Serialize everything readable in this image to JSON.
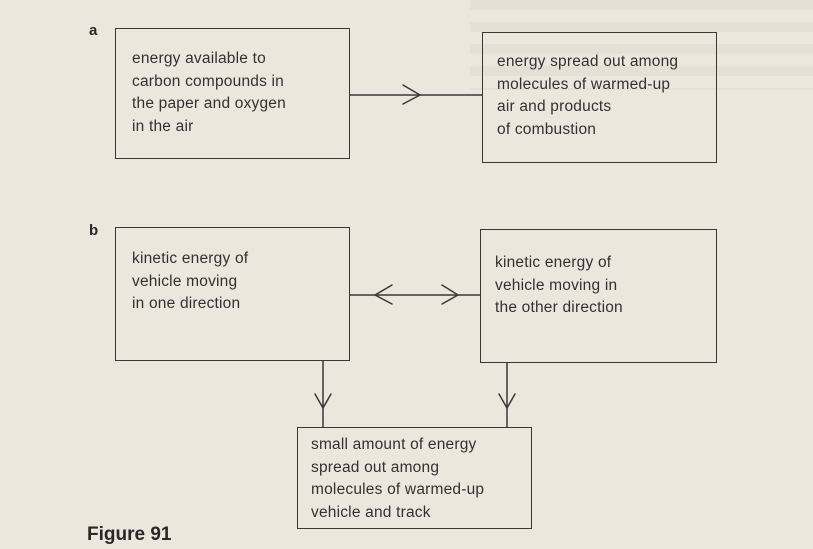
{
  "figure": {
    "label": "Figure 91"
  },
  "panel_a": {
    "label": "a",
    "source_box": {
      "lines": [
        "energy available to",
        "carbon compounds in",
        "the paper and oxygen",
        "in the air"
      ]
    },
    "target_box": {
      "lines": [
        "energy spread out among",
        "molecules of warmed-up",
        "air and products",
        "of combustion"
      ]
    },
    "connector": "single-arrow-right"
  },
  "panel_b": {
    "label": "b",
    "left_box": {
      "lines": [
        "kinetic energy of",
        "vehicle moving",
        "in one direction"
      ]
    },
    "right_box": {
      "lines": [
        "kinetic energy of",
        "vehicle moving in",
        "the other direction"
      ]
    },
    "bottom_box": {
      "lines": [
        "small amount of energy",
        "spread out among",
        "molecules of  warmed-up",
        "vehicle and track"
      ]
    },
    "connectors": [
      "double-arrow-horizontal",
      "arrow-down-left",
      "arrow-down-right"
    ]
  },
  "colors": {
    "background": "#ebe7dc",
    "ink": "#3a3835"
  }
}
